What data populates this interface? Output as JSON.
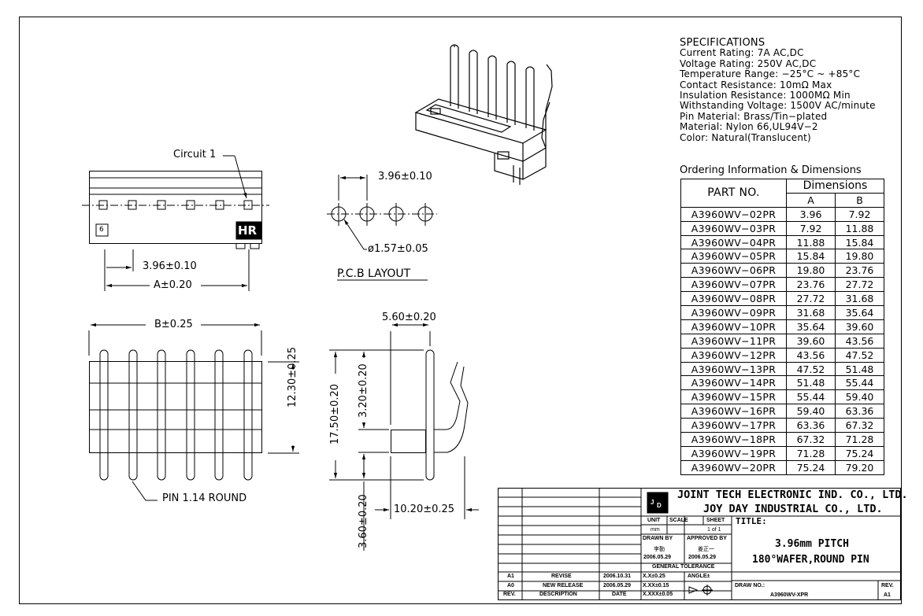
{
  "specifications": {
    "heading": "SPECIFICATIONS",
    "lines": [
      "Current Rating: 7A AC,DC",
      "Voltage Rating: 250V AC,DC",
      "Temperature Range: −25°C ~ +85°C",
      "Contact Resistance: 10mΩ Max",
      "Insulation Resistance: 1000MΩ Min",
      "Withstanding Voltage: 1500V AC/minute",
      "Pin Material: Brass/Tin−plated",
      "Material: Nylon 66,UL94V−2",
      "Color: Natural(Translucent)"
    ]
  },
  "ordering": {
    "heading": "Ordering Information & Dimensions",
    "part_header": "PART NO.",
    "dim_header": "Dimensions",
    "col_a": "A",
    "col_b": "B",
    "rows": [
      {
        "part": "A3960WV−02PR",
        "a": "3.96",
        "b": "7.92"
      },
      {
        "part": "A3960WV−03PR",
        "a": "7.92",
        "b": "11.88"
      },
      {
        "part": "A3960WV−04PR",
        "a": "11.88",
        "b": "15.84"
      },
      {
        "part": "A3960WV−05PR",
        "a": "15.84",
        "b": "19.80"
      },
      {
        "part": "A3960WV−06PR",
        "a": "19.80",
        "b": "23.76"
      },
      {
        "part": "A3960WV−07PR",
        "a": "23.76",
        "b": "27.72"
      },
      {
        "part": "A3960WV−08PR",
        "a": "27.72",
        "b": "31.68"
      },
      {
        "part": "A3960WV−09PR",
        "a": "31.68",
        "b": "35.64"
      },
      {
        "part": "A3960WV−10PR",
        "a": "35.64",
        "b": "39.60"
      },
      {
        "part": "A3960WV−11PR",
        "a": "39.60",
        "b": "43.56"
      },
      {
        "part": "A3960WV−12PR",
        "a": "43.56",
        "b": "47.52"
      },
      {
        "part": "A3960WV−13PR",
        "a": "47.52",
        "b": "51.48"
      },
      {
        "part": "A3960WV−14PR",
        "a": "51.48",
        "b": "55.44"
      },
      {
        "part": "A3960WV−15PR",
        "a": "55.44",
        "b": "59.40"
      },
      {
        "part": "A3960WV−16PR",
        "a": "59.40",
        "b": "63.36"
      },
      {
        "part": "A3960WV−17PR",
        "a": "63.36",
        "b": "67.32"
      },
      {
        "part": "A3960WV−18PR",
        "a": "67.32",
        "b": "71.28"
      },
      {
        "part": "A3960WV−19PR",
        "a": "71.28",
        "b": "75.24"
      },
      {
        "part": "A3960WV−20PR",
        "a": "75.24",
        "b": "79.20"
      }
    ]
  },
  "drawing_labels": {
    "circuit": "Circuit 1",
    "pitch_front": "3.96±0.10",
    "dim_a": "A±0.20",
    "pitch_pcb": "3.96±0.10",
    "hole_dia": "ø1.57±0.05",
    "pcb_layout": "P.C.B LAYOUT",
    "dim_b": "B±0.25",
    "height_body": "12.30±0.25",
    "pin_round": "PIN 1.14 ROUND",
    "width_side": "5.60±0.20",
    "height_total": "17.50±0.20",
    "height_top": "3.20±0.20",
    "tail_len": "3.60±0.20",
    "depth_side": "10.20±0.25",
    "mark_6": "6",
    "mark_hr": "HR"
  },
  "title_block": {
    "company_en": "JOINT TECH ELECTRONIC IND. CO., LTD.",
    "company_en2": "JOY DAY INDUSTRIAL CO., LTD.",
    "unit_label": "UNIT",
    "unit_value": "mm",
    "scale_label": "SCALE",
    "sheet_label": "SHEET",
    "sheet_value": "1 of 1",
    "title_label": "TITLE:",
    "title_line1": "3.96mm PITCH",
    "title_line2": "180°WAFER,ROUND PIN",
    "drawn_by_label": "DRAWN BY",
    "drawn_by_name": "李勤",
    "drawn_date": "2006.05.29",
    "approved_by_label": "APPROVED BY",
    "approved_by_name": "姜正一",
    "approved_date": "2006.05.29",
    "tolerance_label": "GENERAL TOLERANCE",
    "tol_1": "X.X±0.25",
    "tol_2": "X.XX±0.15",
    "tol_3": "X.XXX±0.05",
    "angle_label": "ANGLE±",
    "drawno_label": "DRAW NO.:",
    "drawno_value": "A3960WV-XPR",
    "rev_label": "REV.",
    "rev_value": "A1",
    "revisions": [
      {
        "rev": "A1",
        "desc": "REVISE",
        "date": "2006.10.31"
      },
      {
        "rev": "A0",
        "desc": "NEW RELEASE",
        "date": "2006.05.29"
      }
    ],
    "rev_col": "REV.",
    "desc_col": "DESCRIPTION",
    "date_col": "DATE"
  }
}
